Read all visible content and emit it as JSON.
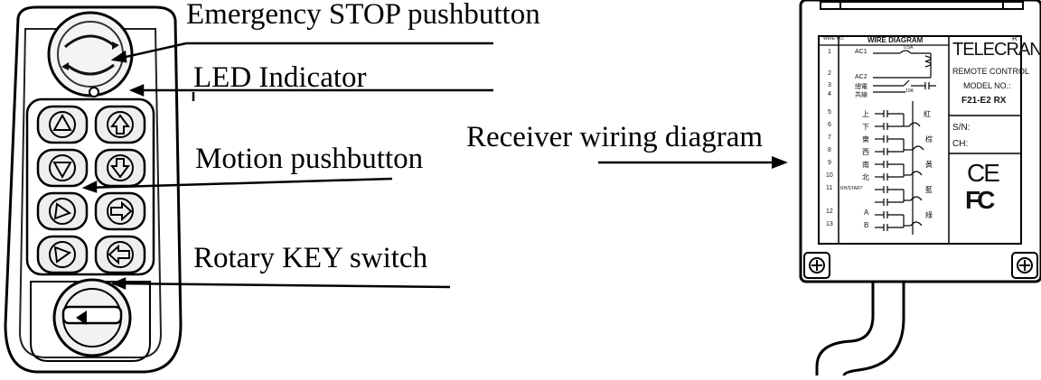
{
  "labels": {
    "emergency_stop": "Emergency STOP pushbutton",
    "led_indicator": "LED Indicator",
    "motion_pushbutton": "Motion pushbutton",
    "rotary_key": "Rotary KEY switch",
    "receiver_wiring": "Receiver wiring diagram"
  },
  "receiver_label": {
    "wire_no_header": "WIRE NO.",
    "diagram_header": "WIRE DIAGRAM",
    "brand": "TELECRANE",
    "registered": "R",
    "product": "REMOTE CONTROL",
    "model_label": "MODEL NO.:",
    "model": "F21-E2 RX",
    "sn_label": "S/N:",
    "ch_label": "CH:",
    "ce_mark": "CE",
    "fc_mark": "FC",
    "wire_numbers": [
      "1",
      "2",
      "3",
      "4",
      "5",
      "6",
      "7",
      "8",
      "9",
      "10",
      "11",
      "12",
      "13"
    ],
    "wire_names": [
      "AC1",
      "",
      "AC2",
      "總電",
      "共線",
      "上",
      "下",
      "東",
      "西",
      "南",
      "北",
      "RH/START",
      "A",
      "B"
    ],
    "color_names": [
      "紅",
      "棕",
      "黃",
      "藍",
      "綠"
    ],
    "fuse_label": "0.5A",
    "fuse2_label": "10A"
  },
  "colors": {
    "ink": "#000000",
    "device_fill": "#ffffff",
    "button_fill": "#e6e6e6"
  }
}
